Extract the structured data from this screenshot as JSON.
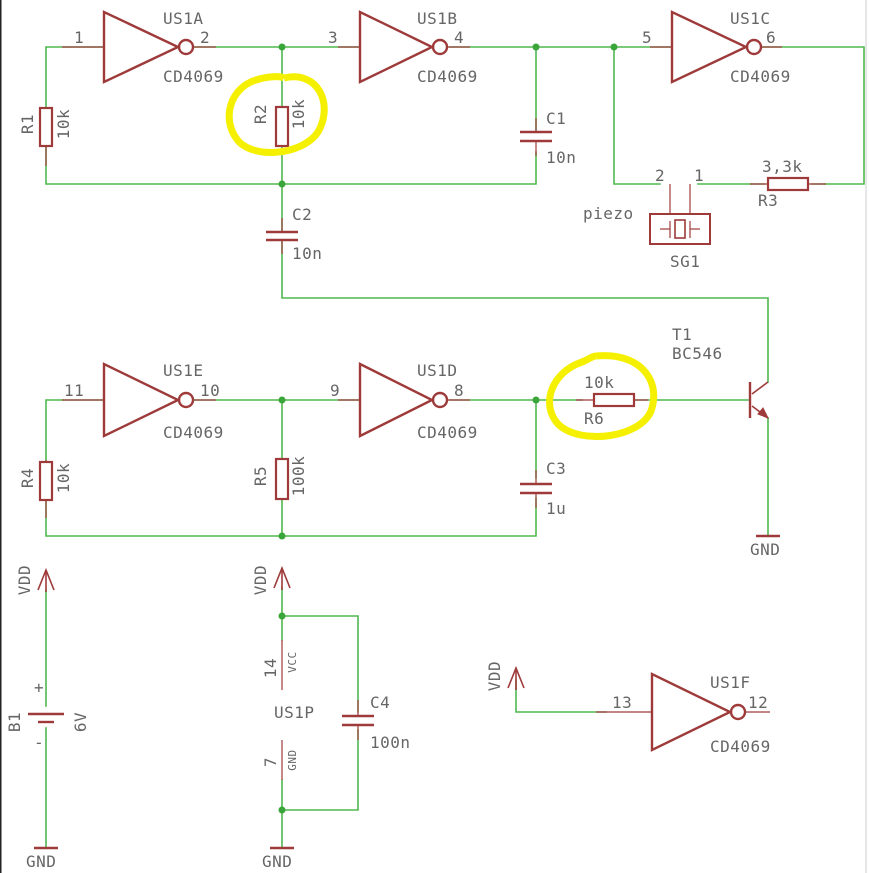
{
  "labels": {
    "us1a": "US1A",
    "us1a_part": "CD4069",
    "us1a_pin_in": "1",
    "us1a_pin_out": "2",
    "us1b": "US1B",
    "us1b_part": "CD4069",
    "us1b_pin_in": "3",
    "us1b_pin_out": "4",
    "us1c": "US1C",
    "us1c_part": "CD4069",
    "us1c_pin_in": "5",
    "us1c_pin_out": "6",
    "us1d": "US1D",
    "us1d_part": "CD4069",
    "us1d_pin_in": "9",
    "us1d_pin_out": "8",
    "us1e": "US1E",
    "us1e_part": "CD4069",
    "us1e_pin_in": "11",
    "us1e_pin_out": "10",
    "us1f": "US1F",
    "us1f_part": "CD4069",
    "us1f_pin_in": "13",
    "us1f_pin_out": "12",
    "r1": "R1",
    "r1_val": "10k",
    "r2": "R2",
    "r2_val": "10k",
    "r3": "R3",
    "r3_val": "3,3k",
    "r4": "R4",
    "r4_val": "10k",
    "r5": "R5",
    "r5_val": "100k",
    "r6": "R6",
    "r6_val": "10k",
    "c1": "C1",
    "c1_val": "10n",
    "c2": "C2",
    "c2_val": "10n",
    "c3": "C3",
    "c3_val": "1u",
    "c4": "C4",
    "c4_val": "100n",
    "sg1": "SG1",
    "sg1_type": "piezo",
    "sg1_pin2": "2",
    "sg1_pin1": "1",
    "t1": "T1",
    "t1_part": "BC546",
    "b1": "B1",
    "b1_val": "6V",
    "b1_plus": "+",
    "b1_minus": "-",
    "us1p": "US1P",
    "us1p_pin14": "14",
    "us1p_vcc": "VCC",
    "us1p_pin7": "7",
    "us1p_gnd": "GND",
    "vdd": "VDD",
    "gnd": "GND"
  },
  "highlight_color": "#f4f000",
  "wire_color": "#4fb84f",
  "part_color": "#9e3a3a"
}
